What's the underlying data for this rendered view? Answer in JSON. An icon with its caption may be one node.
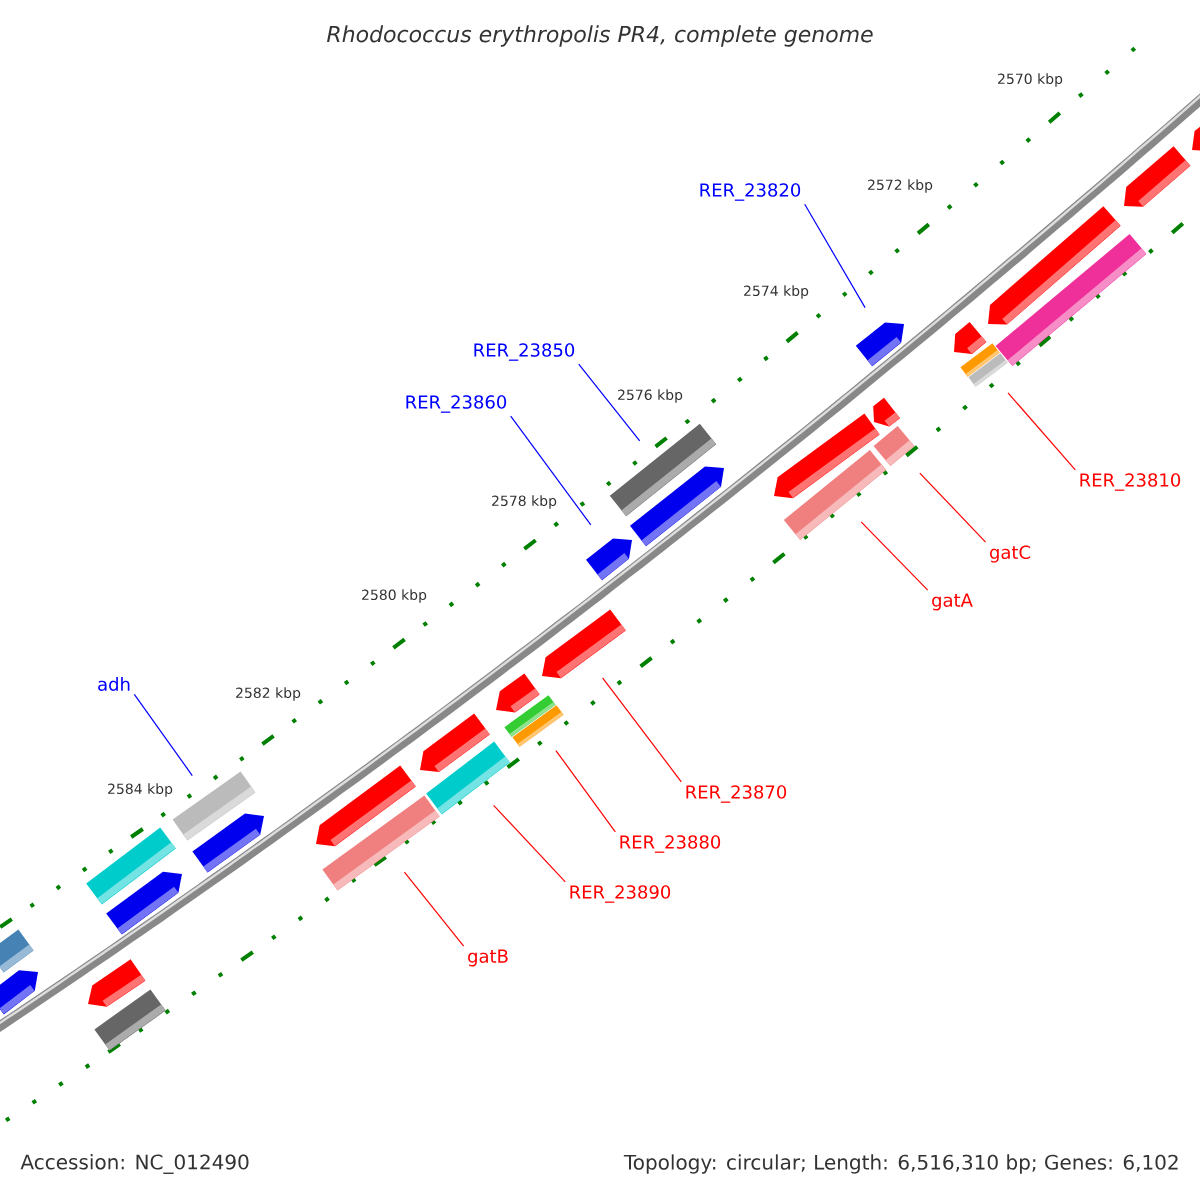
{
  "diagram": {
    "title": "Rhodococcus erythropolis PR4, complete genome",
    "nodes": [
      {
        "text": [
          "RER_23820"
        ]
      },
      {
        "text": [
          "RER_23850"
        ]
      },
      {
        "text": [
          "RER_23860"
        ]
      },
      {
        "text": [
          "RER_23810"
        ]
      },
      {
        "text": [
          "gatC"
        ]
      },
      {
        "text": [
          "gatA"
        ]
      },
      {
        "text": [
          "adh"
        ]
      },
      {
        "text": [
          "RER_23870"
        ]
      },
      {
        "text": [
          "RER_23880"
        ]
      },
      {
        "text": [
          "RER_23890"
        ]
      },
      {
        "text": [
          "gatB"
        ]
      },
      {
        "text": [],
        "shape": "pentagon"
      },
      {
        "text": [],
        "shape": "pentagon"
      },
      {
        "text": [],
        "shape": "pentagon"
      },
      {
        "text": [],
        "shape": "bar"
      },
      {
        "text": [],
        "shape": "pentagon"
      },
      {
        "text": [],
        "shape": "bar"
      },
      {
        "text": [],
        "shape": "bar"
      },
      {
        "text": [],
        "shape": "pentagon"
      },
      {
        "text": [],
        "shape": "pentagon"
      },
      {
        "text": [],
        "shape": "pentagon"
      },
      {
        "text": [],
        "shape": "bar"
      },
      {
        "text": [],
        "shape": "bar"
      },
      {
        "text": [],
        "shape": "bar"
      },
      {
        "text": [],
        "shape": "pentagon"
      },
      {
        "text": [],
        "shape": "pentagon"
      },
      {
        "text": [],
        "shape": "pentagon"
      },
      {
        "text": [],
        "shape": "pentagon"
      },
      {
        "text": [],
        "shape": "bar"
      },
      {
        "text": [],
        "shape": "bar"
      },
      {
        "text": [],
        "shape": "pentagon"
      },
      {
        "text": [],
        "shape": "bar"
      },
      {
        "text": [],
        "shape": "pentagon"
      },
      {
        "text": [],
        "shape": "bar"
      },
      {
        "text": [],
        "shape": "bar"
      },
      {
        "text": [],
        "shape": "pentagon"
      },
      {
        "text": [],
        "shape": "bar"
      },
      {
        "text": [],
        "shape": "pentagon"
      },
      {
        "text": [],
        "shape": "bar"
      },
      {
        "text": [],
        "shape": "pentagon"
      },
      {
        "text": [],
        "shape": "pentagon"
      },
      {
        "text": [],
        "shape": "bar"
      }
    ],
    "edges": [
      {
        "from": 0,
        "to": 18,
        "arrow": "none",
        "color": "#0000ff"
      },
      {
        "from": 1,
        "to": 23,
        "arrow": "none",
        "color": "#0000ff"
      },
      {
        "from": 2,
        "to": 25,
        "arrow": "none",
        "color": "#0000ff"
      },
      {
        "from": 3,
        "to": 17,
        "arrow": "none"
      },
      {
        "from": 4,
        "to": 22,
        "arrow": "none"
      },
      {
        "from": 5,
        "to": 21,
        "arrow": "none"
      },
      {
        "from": 6,
        "to": 34,
        "arrow": "none",
        "color": "#0000ff"
      },
      {
        "from": 7,
        "to": 26,
        "arrow": "none"
      },
      {
        "from": 8,
        "to": 29,
        "arrow": "none"
      },
      {
        "from": 9,
        "to": 31,
        "arrow": "none"
      },
      {
        "from": 10,
        "to": 33,
        "arrow": "none"
      }
    ],
    "labels": [
      "2570 kbp",
      "2572 kbp",
      "2574 kbp",
      "2576 kbp",
      "2578 kbp",
      "2580 kbp",
      "2582 kbp",
      "2584 kbp",
      "Accession: NC_012490",
      "Topology: circular; Length: 6,516,310 bp; Genes: 6,102"
    ]
  }
}
